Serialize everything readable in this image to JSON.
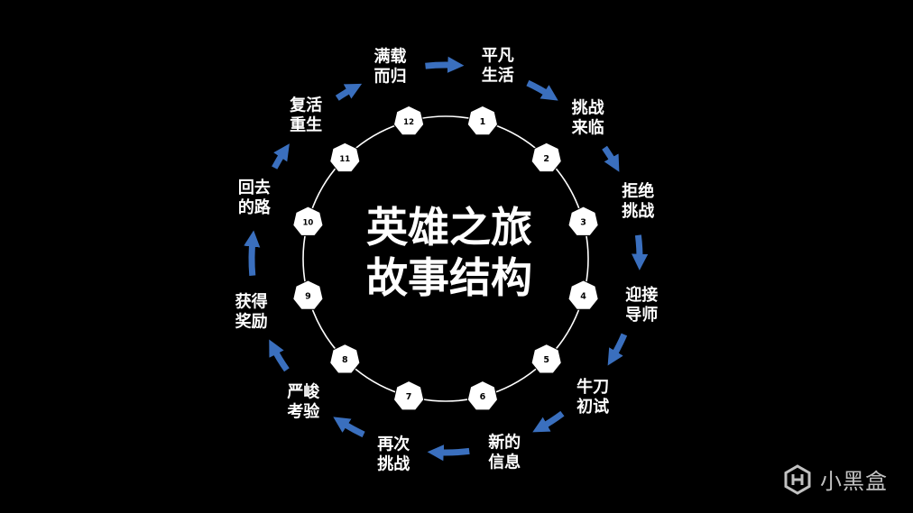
{
  "diagram": {
    "title_line1": "英雄之旅",
    "title_line2": "故事结构",
    "stages": [
      {
        "number": "1",
        "line1": "平凡",
        "line2": "生活"
      },
      {
        "number": "2",
        "line1": "挑战",
        "line2": "来临"
      },
      {
        "number": "3",
        "line1": "拒绝",
        "line2": "挑战"
      },
      {
        "number": "4",
        "line1": "迎接",
        "line2": "导师"
      },
      {
        "number": "5",
        "line1": "牛刀",
        "line2": "初试"
      },
      {
        "number": "6",
        "line1": "新的",
        "line2": "信息"
      },
      {
        "number": "7",
        "line1": "再次",
        "line2": "挑战"
      },
      {
        "number": "8",
        "line1": "严峻",
        "line2": "考验"
      },
      {
        "number": "9",
        "line1": "获得",
        "line2": "奖励"
      },
      {
        "number": "10",
        "line1": "回去",
        "line2": "的路"
      },
      {
        "number": "11",
        "line1": "复活",
        "line2": "重生"
      },
      {
        "number": "12",
        "line1": "满载",
        "line2": "而归"
      }
    ]
  },
  "watermark": {
    "text": "小黑盒",
    "icon": "xiaoheihe-logo-icon"
  },
  "colors": {
    "background": "#000000",
    "arrow": "#3a6fbe",
    "ring": "#ffffff",
    "text": "#ffffff"
  }
}
